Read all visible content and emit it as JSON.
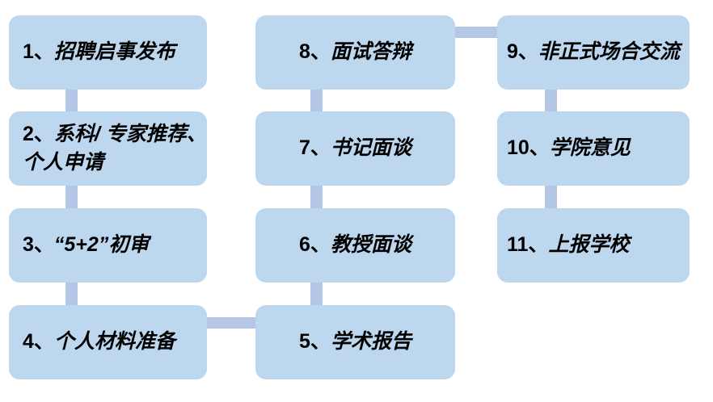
{
  "colors": {
    "box_fill": "#BDD7EE",
    "connector_fill": "#B4C7E7",
    "text_color": "#000000",
    "background": "#FFFFFF"
  },
  "steps": [
    {
      "num": "1、",
      "name": "招聘启事发布"
    },
    {
      "num": "2、",
      "name": "系科/ 专家推荐、\n个人申请"
    },
    {
      "num": "3、",
      "name": "“5+2”初审"
    },
    {
      "num": "4、",
      "name": "个人材料准备"
    },
    {
      "num": "5、",
      "name": "学术报告"
    },
    {
      "num": "6、",
      "name": "教授面谈"
    },
    {
      "num": "7、",
      "name": "书记面谈"
    },
    {
      "num": "8、",
      "name": "面试答辩"
    },
    {
      "num": "9、",
      "name": "非正式场合交流"
    },
    {
      "num": "10、",
      "name": "学院意见"
    },
    {
      "num": "11、",
      "name": "上报学校"
    }
  ],
  "flow_edges": [
    "1→2",
    "2→3",
    "3→4",
    "4→5",
    "5→6",
    "6→7",
    "7→8",
    "8→9",
    "9→10",
    "10→11"
  ]
}
